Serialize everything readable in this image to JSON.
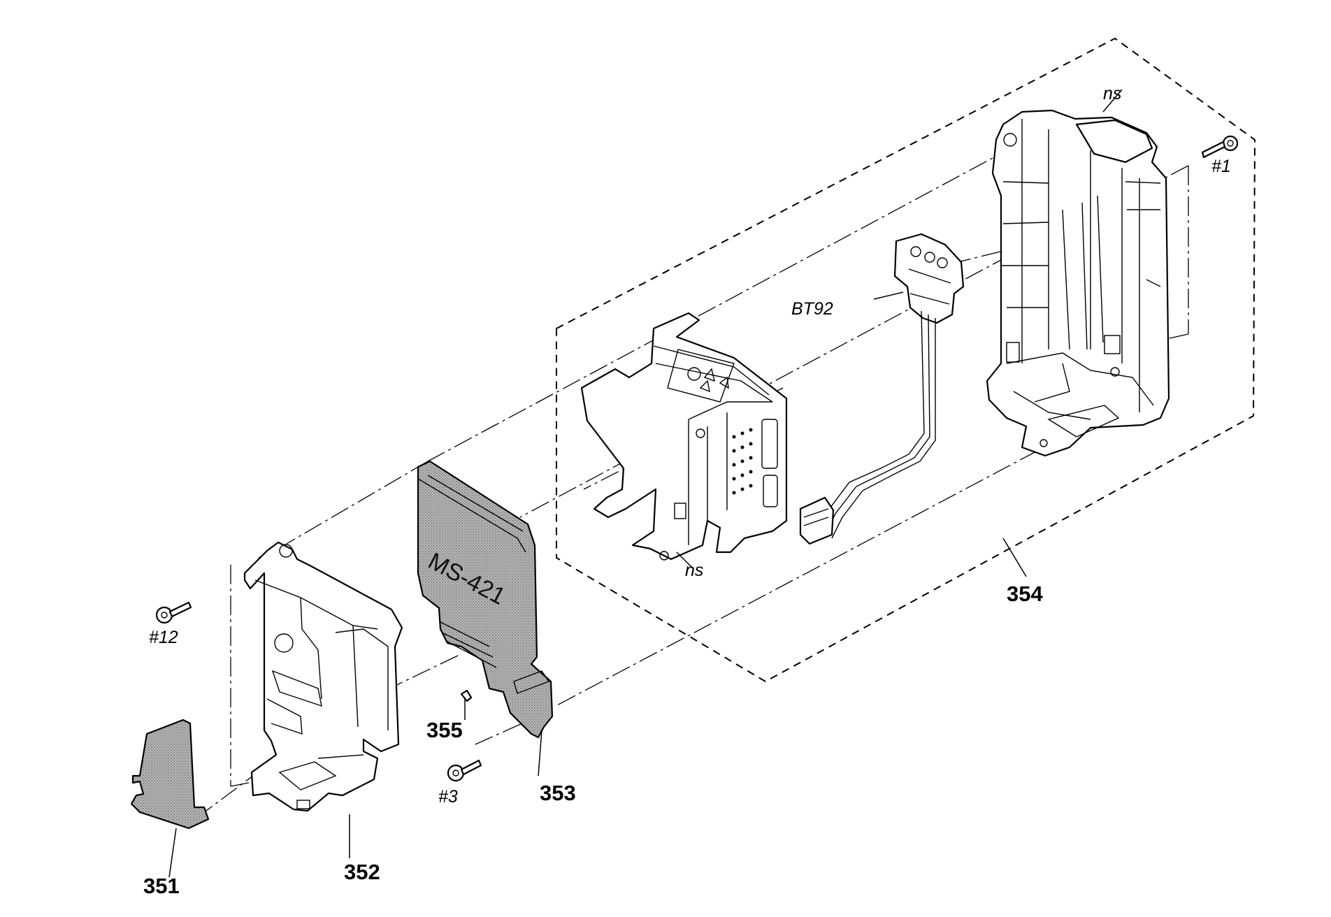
{
  "labels": {
    "p351": "351",
    "p352": "352",
    "p353": "353",
    "p354": "354",
    "p355": "355",
    "s1": "#1",
    "s3": "#3",
    "s12": "#12",
    "bt92": "BT92",
    "ns": "ns",
    "board": "MS-421"
  }
}
